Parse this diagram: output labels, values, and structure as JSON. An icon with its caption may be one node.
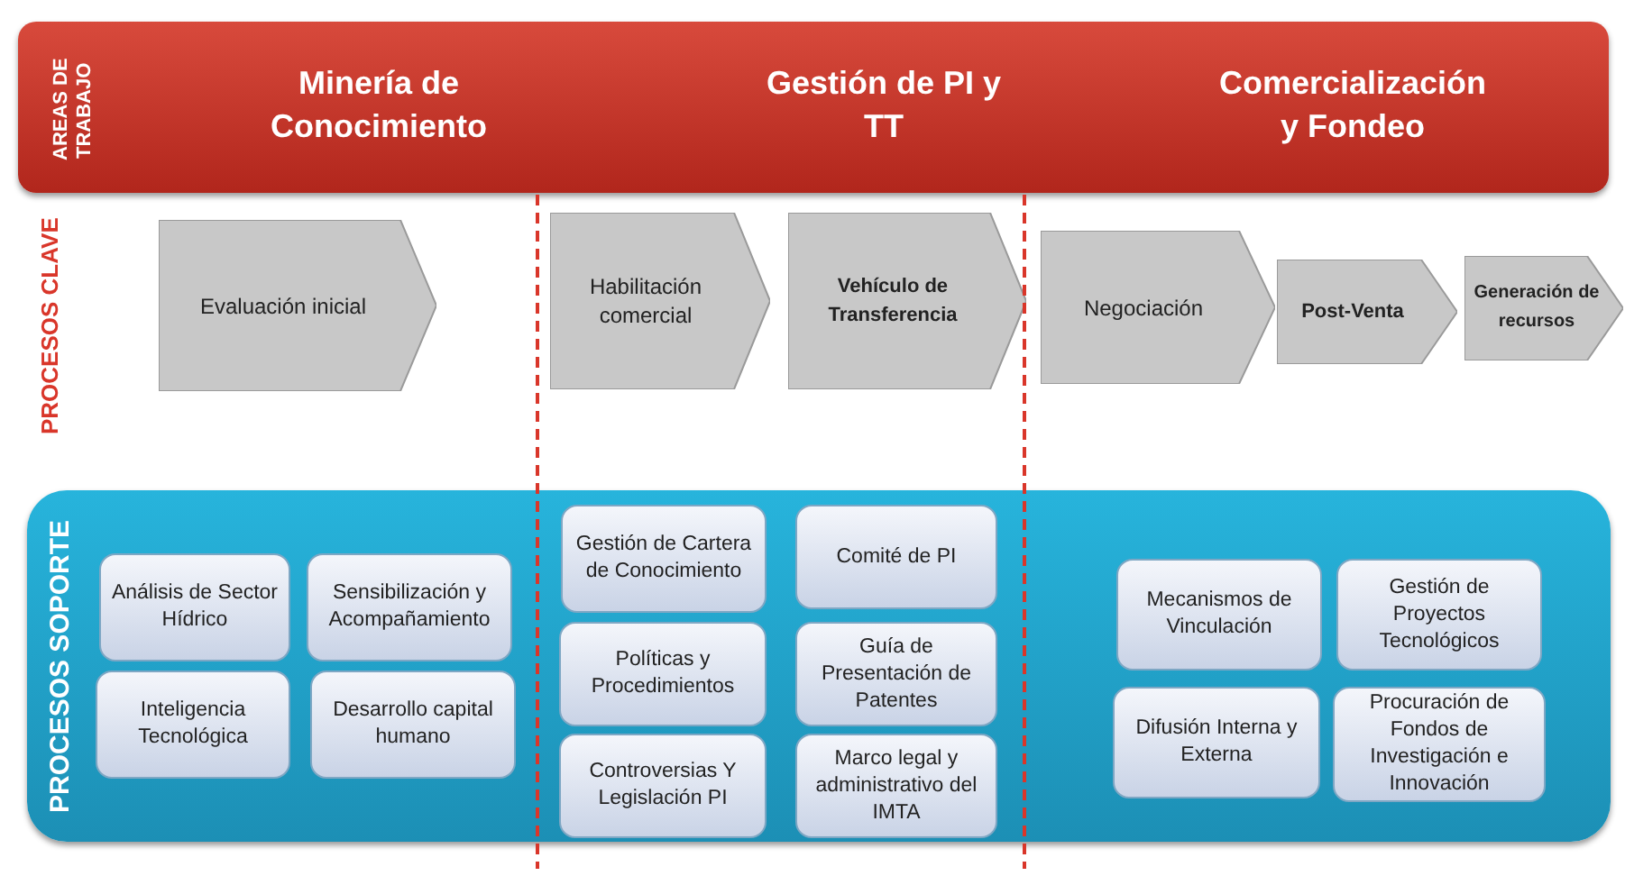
{
  "diagram": {
    "nodes": [
      {
        "text": [
          "AREAS DE TRABAJO",
          "Minería de Conocimiento",
          "Gestión de PI y TT",
          "Comercialización y Fondeo"
        ]
      },
      {
        "text": [
          "Evaluación inicial"
        ]
      },
      {
        "text": [
          "Habilitación comercial"
        ]
      },
      {
        "text": [
          "Vehículo de Transferencia"
        ]
      },
      {
        "text": [
          "Negociación"
        ]
      },
      {
        "text": [
          "Post-Venta"
        ]
      },
      {
        "text": [
          "Generación de recursos"
        ]
      },
      {
        "text": [
          "PROCESOS SOPORTE"
        ]
      },
      {
        "text": [
          "Análisis de Sector Hídrico"
        ],
        "in": 7
      },
      {
        "text": [
          "Sensibilización y Acompañamiento"
        ],
        "in": 7
      },
      {
        "text": [
          "Inteligencia Tecnológica"
        ],
        "in": 7
      },
      {
        "text": [
          "Desarrollo capital humano"
        ],
        "in": 7
      },
      {
        "text": [
          "Gestión de Cartera de Conocimiento"
        ],
        "in": 7
      },
      {
        "text": [
          "Comité de PI"
        ],
        "in": 7
      },
      {
        "text": [
          "Políticas y Procedimientos"
        ],
        "in": 7
      },
      {
        "text": [
          "Guía de Presentación de Patentes"
        ],
        "in": 7
      },
      {
        "text": [
          "Controversias Y Legislación PI"
        ],
        "in": 7
      },
      {
        "text": [
          "Marco legal y administrativo del IMTA"
        ],
        "in": 7
      },
      {
        "text": [
          "Mecanismos de Vinculación"
        ],
        "in": 7
      },
      {
        "text": [
          "Gestión de Proyectos Tecnológicos"
        ],
        "in": 7
      },
      {
        "text": [
          "Difusión Interna y Externa"
        ],
        "in": 7
      },
      {
        "text": [
          "Procuración de Fondos de Investigación e Innovación"
        ],
        "in": 7
      }
    ],
    "labels": [
      "PROCESOS CLAVE"
    ]
  }
}
